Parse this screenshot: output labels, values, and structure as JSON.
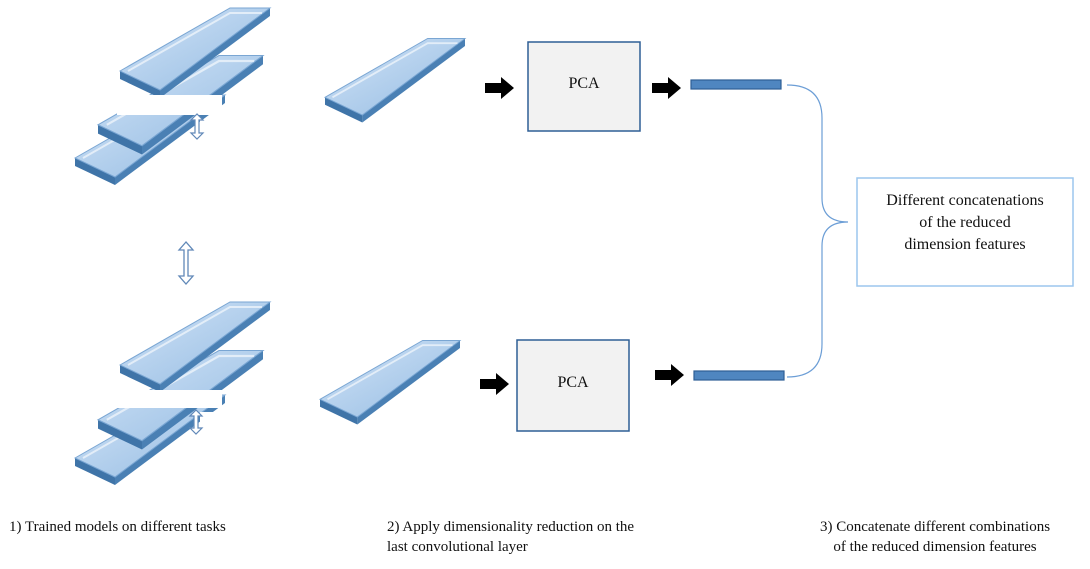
{
  "colors": {
    "slab_top_light": "#d2e4f7",
    "slab_top_dark": "#94bbe2",
    "slab_side": "#4a80b4",
    "slab_bevel": "#7aa6d3",
    "pca_fill": "#f2f2f2",
    "pca_border": "#2e5f95",
    "feature_bar": "#4f86c0",
    "feature_bar_border": "#2e5f95",
    "brace": "#6c9ed6",
    "result_border": "#9cc6ee",
    "double_arrow": "#6088b8"
  },
  "icons": {
    "flow_arrow": "black-right-arrow-icon",
    "swap_arrow": "vertical-double-arrow-icon"
  },
  "pca_top": {
    "label": "PCA"
  },
  "pca_bottom": {
    "label": "PCA"
  },
  "result": {
    "lines": [
      "Different concatenations",
      "of the reduced",
      "dimension features"
    ]
  },
  "captions": {
    "step1": {
      "line1": "1) Trained models on different tasks"
    },
    "step2": {
      "line1": "2) Apply dimensionality reduction on the",
      "line2": "last convolutional layer"
    },
    "step3": {
      "line1": "3) Concatenate different combinations",
      "line2": "of the reduced dimension features"
    }
  }
}
